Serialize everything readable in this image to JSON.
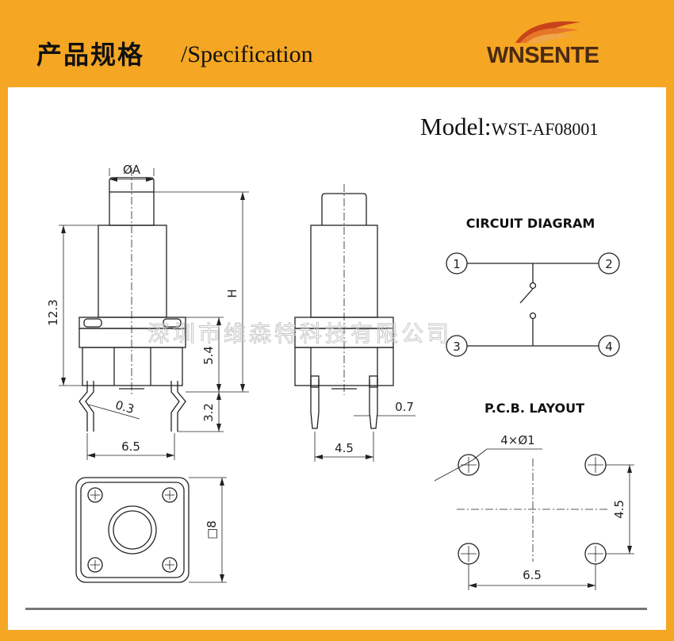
{
  "header": {
    "title_cn": "产品规格",
    "title_en": "/Specification",
    "brand": "WNSENTE",
    "colors": {
      "background": "#f5a623",
      "brand_text": "#4a2a14"
    }
  },
  "model": {
    "label": "Model:",
    "number": "WST-AF08001"
  },
  "watermark": "深圳市维森特科技有限公司",
  "front_view": {
    "dim_diameter": "ØA",
    "dim_height_total": "12.3",
    "dim_height_h": "H",
    "dim_body": "5.4",
    "dim_pin": "3.2",
    "dim_lead": "0.3",
    "dim_width": "6.5"
  },
  "side_view": {
    "dim_pin_thickness": "0.7",
    "dim_width": "4.5"
  },
  "top_view": {
    "dim_square": "□8"
  },
  "circuit": {
    "heading": "CIRCUIT DIAGRAM",
    "terminals": [
      "1",
      "2",
      "3",
      "4"
    ]
  },
  "pcb": {
    "heading": "P.C.B. LAYOUT",
    "hole_spec": "4×Ø1",
    "dim_vertical": "4.5",
    "dim_horizontal": "6.5"
  }
}
